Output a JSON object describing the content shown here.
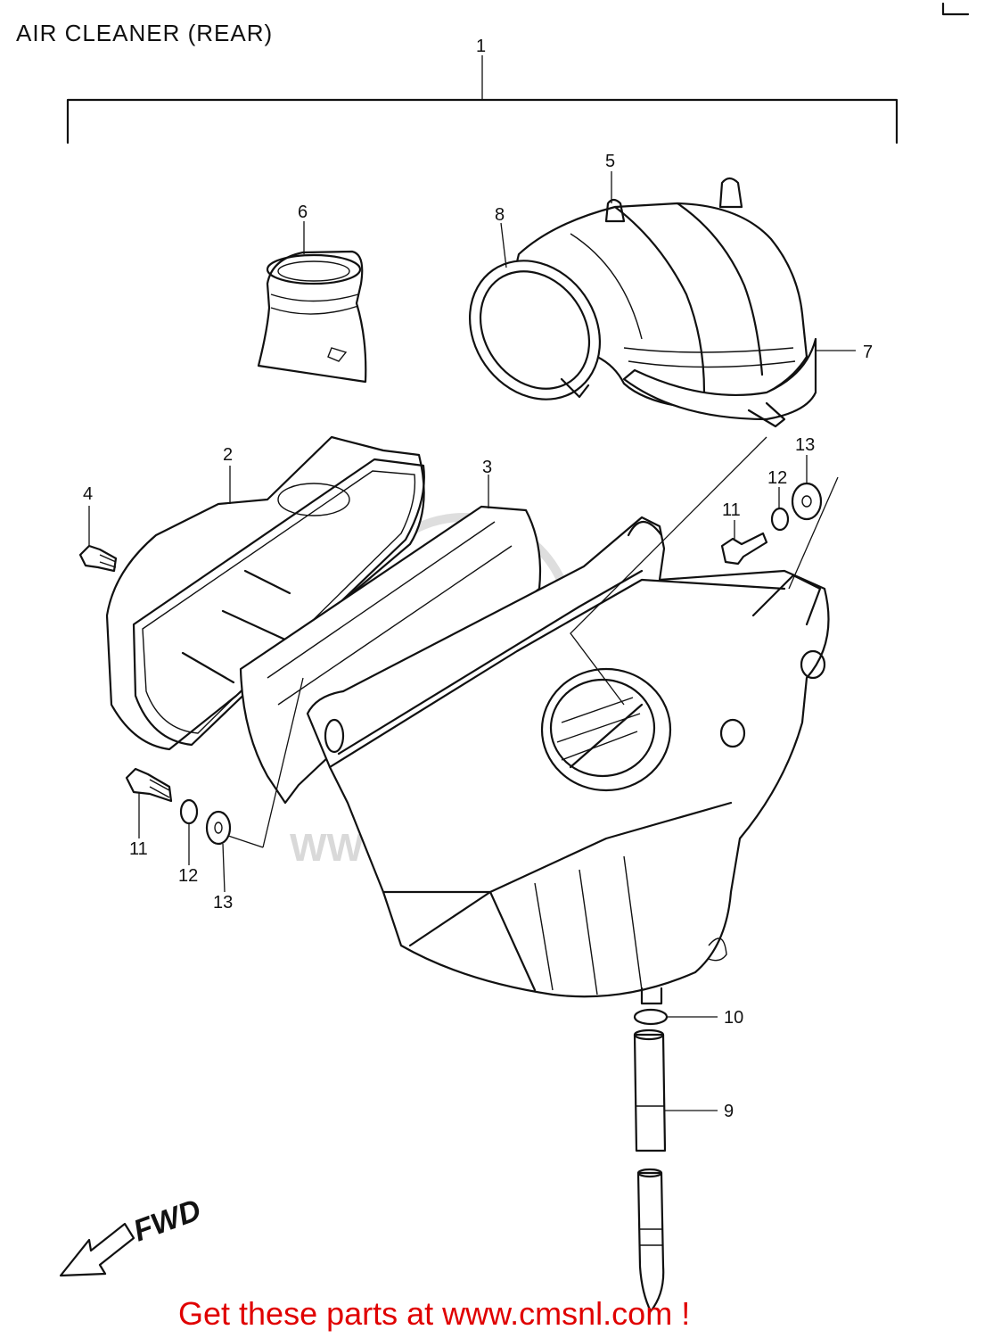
{
  "title": "AIR CLEANER (REAR)",
  "footer": "Get these parts at www.cmsnl.com !",
  "watermark": "WWW.CMSNL.COM",
  "direction_label": "FWD",
  "callouts": {
    "c1": "1",
    "c2": "2",
    "c3": "3",
    "c4": "4",
    "c5": "5",
    "c6": "6",
    "c7": "7",
    "c8": "8",
    "c9": "9",
    "c10": "10",
    "c11a": "11",
    "c11b": "11",
    "c12a": "12",
    "c12b": "12",
    "c13a": "13",
    "c13b": "13"
  },
  "colors": {
    "footer_text": "#e00000",
    "line": "#111111",
    "watermark": "#d9d9d9"
  }
}
